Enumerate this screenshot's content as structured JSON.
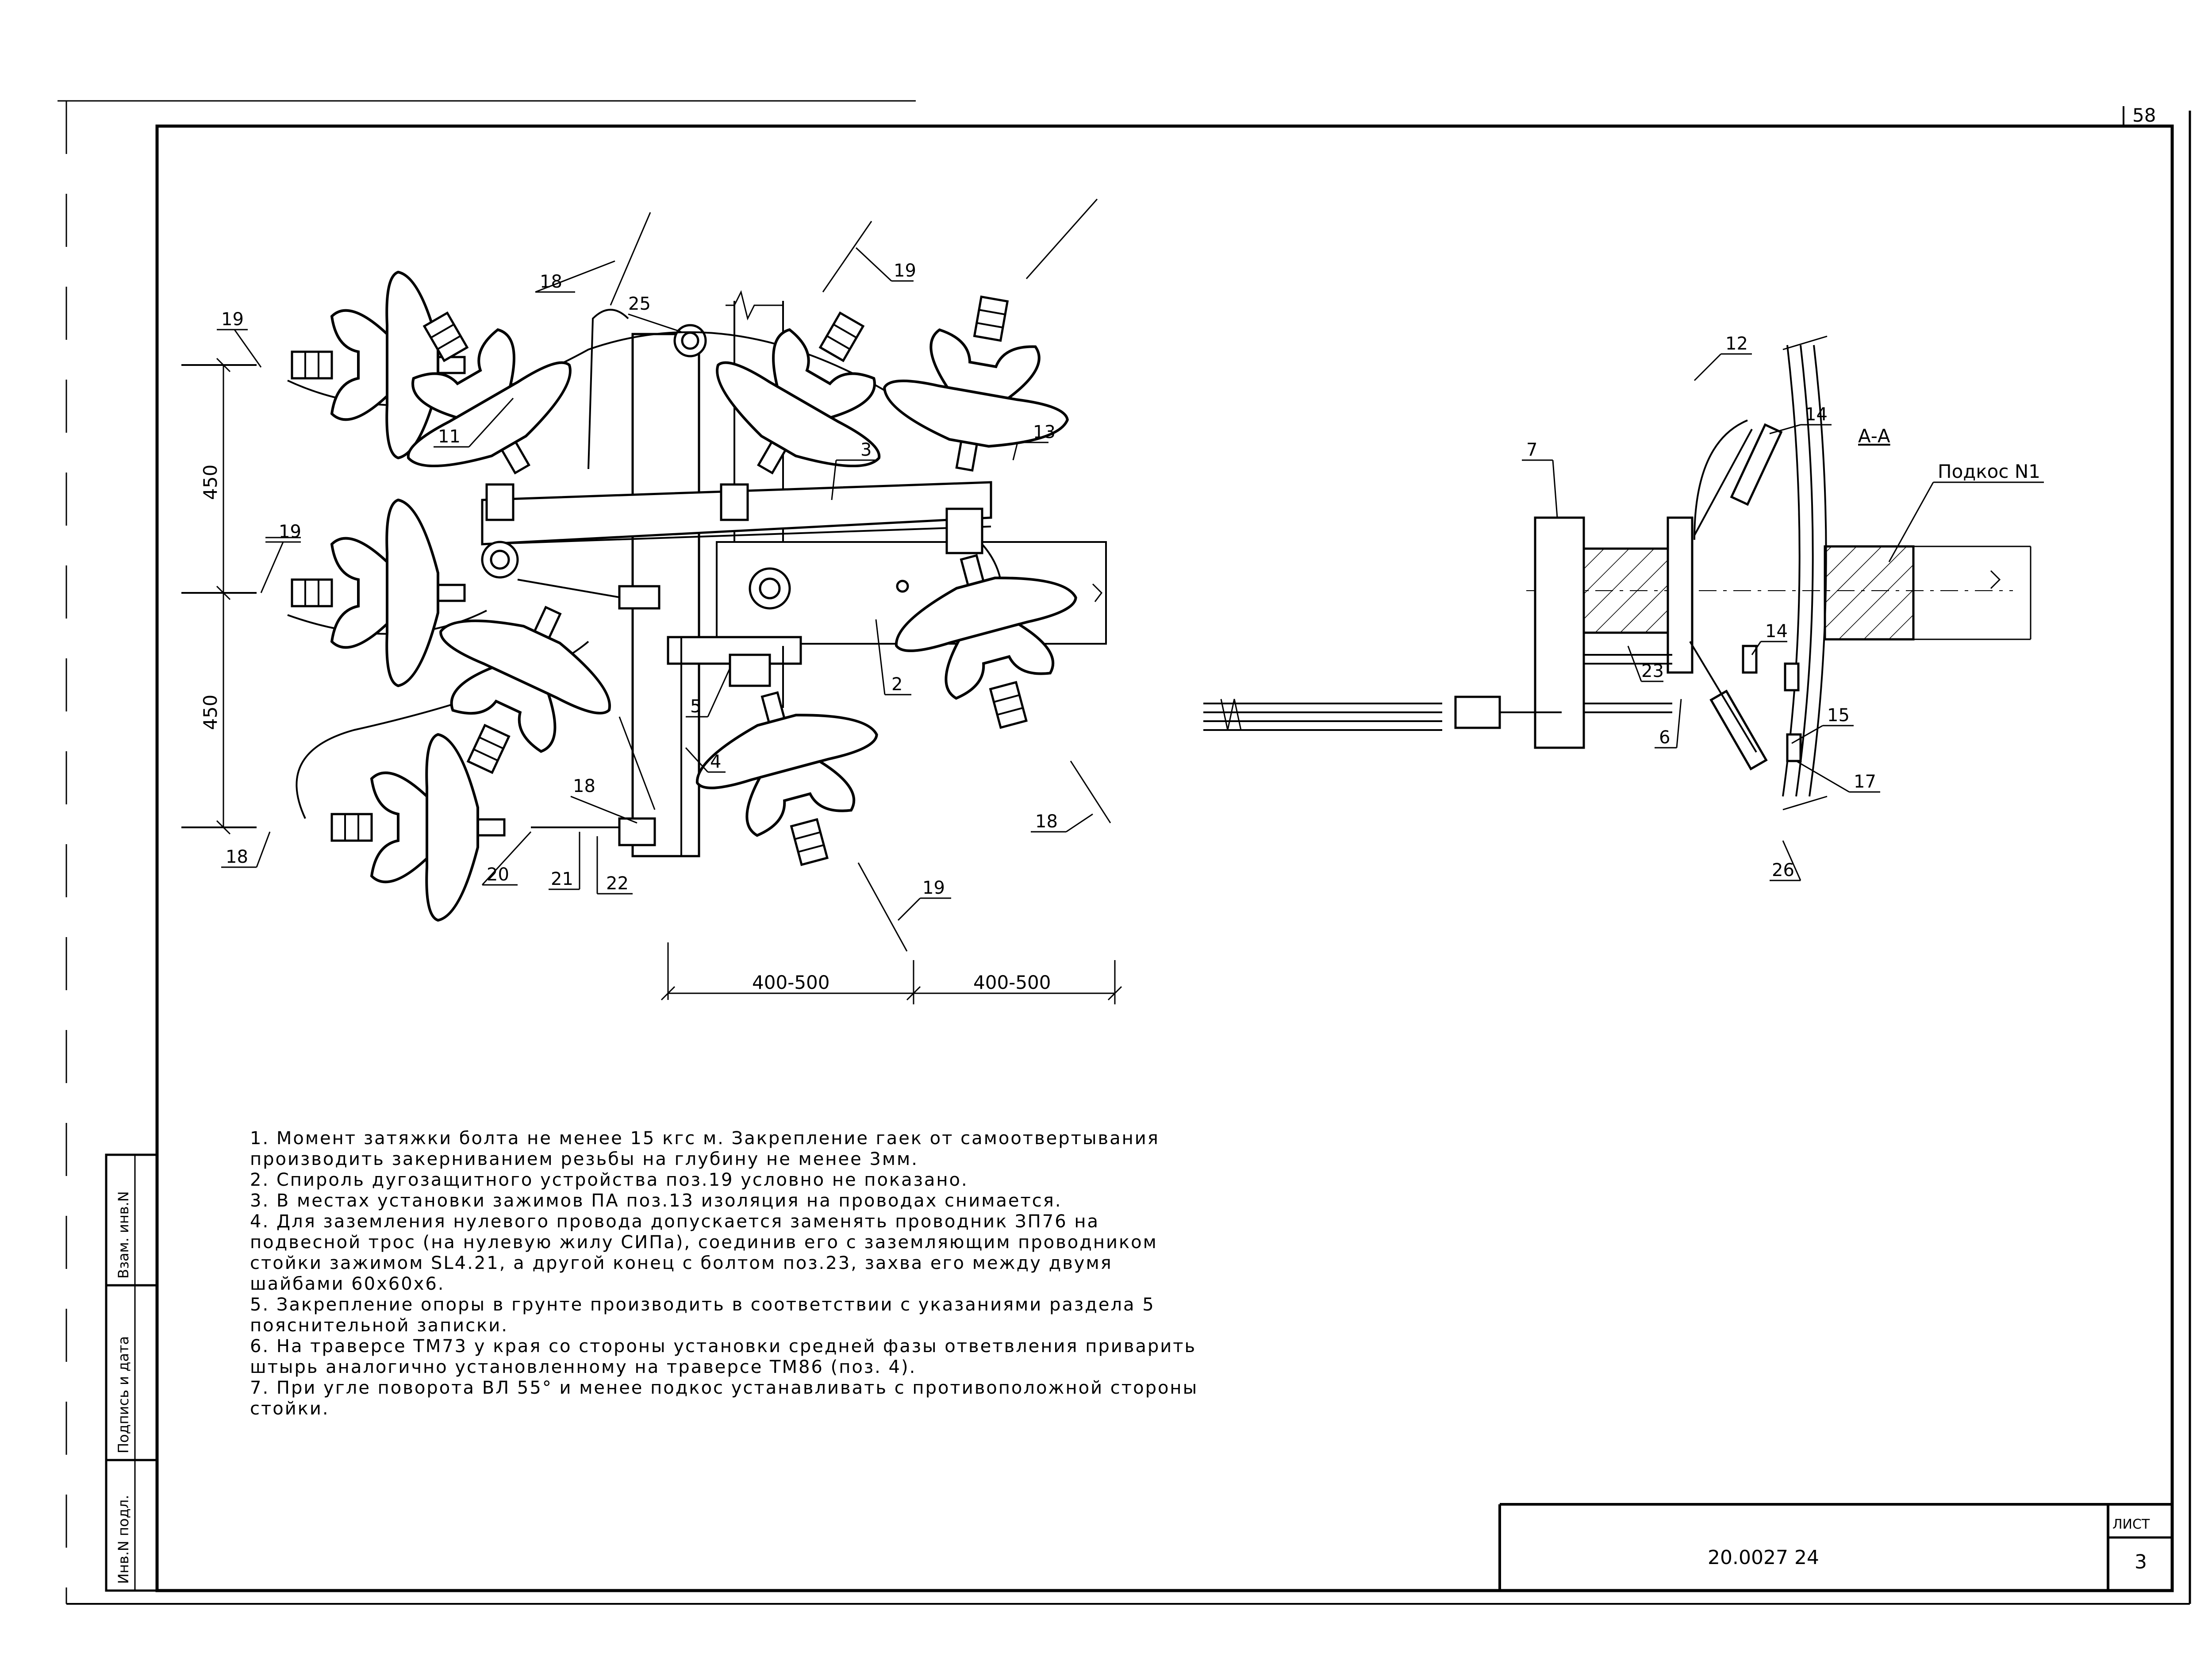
{
  "sheet": {
    "page_number": "58",
    "document_code": "20.0027 24",
    "sheet_label": "ЛИСТ",
    "sheet_number": "3"
  },
  "side_stamp": {
    "field_1": "Взам. инв.N",
    "field_2": "Подпись и дата",
    "field_3": "Инв.N подл."
  },
  "main_view": {
    "dimensions": {
      "vertical_upper": "450",
      "vertical_lower": "450",
      "horizontal_left": "400-500",
      "horizontal_right": "400-500"
    },
    "callouts": [
      "18",
      "19",
      "25",
      "19",
      "19",
      "11",
      "3",
      "13",
      "19",
      "2",
      "5",
      "4",
      "18",
      "18",
      "20",
      "21",
      "22",
      "18",
      "19"
    ]
  },
  "section_view": {
    "title": "А-А",
    "brace_label": "Подкос N1",
    "callouts": [
      "12",
      "14",
      "7",
      "14",
      "23",
      "6",
      "15",
      "17",
      "26"
    ]
  },
  "notes": [
    "1. Момент затяжки болта не менее 15 кгс м. Закрепление гаек от самоотвертывания производить закерниванием резьбы на глубину не менее 3мм.",
    "2. Спироль дугозащитного устройства поз.19 условно не показано.",
    "3. В местах установки зажимов ПА поз.13 изоляция на проводах снимается.",
    "4. Для заземления нулевого провода допускается заменять проводник ЗП76 на подвесной трос (на нулевую жилу СИПа), соединив его с заземляющим проводником стойки зажимом SL4.21, а другой конец с болтом поз.23, захва его между двумя шайбами 60x60x6.",
    "5. Закрепление опоры в грунте производить в соответствии с указаниями раздела 5 пояснительной записки.",
    "6. На траверсе ТМ73 у края со стороны установки средней фазы ответвления приварить штырь аналогично установленному на траверсе ТМ86 (поз. 4).",
    "7. При угле поворота ВЛ 55° и менее подкос устанавливать с противоположной стороны стойки."
  ]
}
